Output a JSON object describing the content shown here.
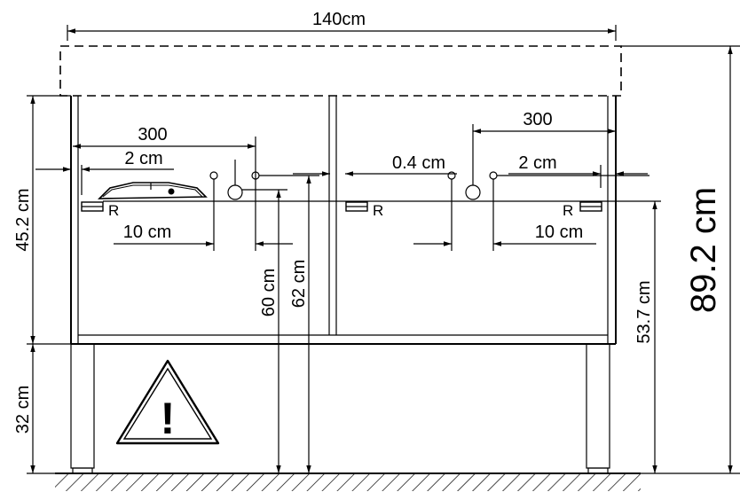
{
  "dimensions": {
    "total_width": "140cm",
    "cabinet_height": "89.2 cm",
    "upper_height": "45.2 cm",
    "leg_height": "32 cm",
    "rail_height_right": "53.7 cm",
    "height_60": "60 cm",
    "height_62": "62 cm",
    "left_300": "300",
    "right_300": "300",
    "left_2cm": "2 cm",
    "right_2cm": "2 cm",
    "center_04": "0.4 cm",
    "left_10cm": "10 cm",
    "right_10cm": "10 cm"
  },
  "labels": {
    "r_left": "R",
    "r_center": "R",
    "r_right": "R",
    "warning_mark": "!"
  },
  "icons": {
    "warning": "warning-triangle-icon",
    "rail": "rail-bracket-icon",
    "drain": "drain-hole-icon",
    "siphon": "siphon-icon"
  }
}
